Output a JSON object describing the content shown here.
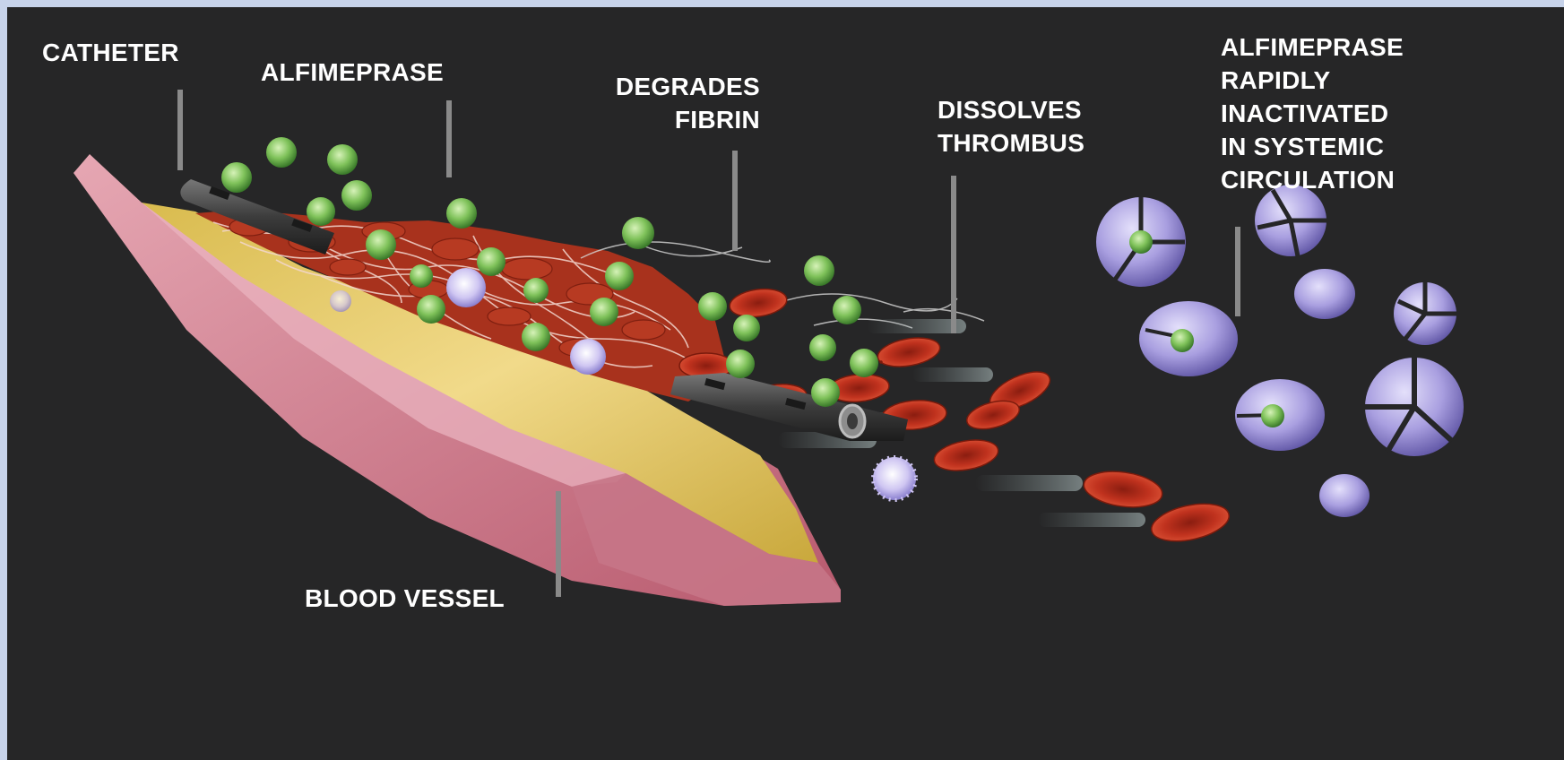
{
  "labels": {
    "catheter": "CATHETER",
    "alfimeprase": "ALFIMEPRASE",
    "degrades_fibrin": "DEGRADES\nFIBRIN",
    "dissolves_thrombus": "DISSOLVES\nTHROMBUS",
    "inactivated": "ALFIMEPRASE\nRAPIDLY\nINACTIVATED\nIN SYSTEMIC\nCIRCULATION",
    "blood_vessel": "BLOOD VESSEL"
  },
  "colors": {
    "background": "#262627",
    "border": "#c7d3ea",
    "vessel_outer": "#d68a9a",
    "vessel_plaque": "#e8cc6a",
    "thrombus": "#a8321d",
    "red_blood_cell": "#c0321e",
    "alfimeprase": "#7fc25a",
    "inactivated_protein": "#9a8fd6",
    "catheter": "#4a4a4a",
    "leader_line": "#8a8a8a"
  }
}
